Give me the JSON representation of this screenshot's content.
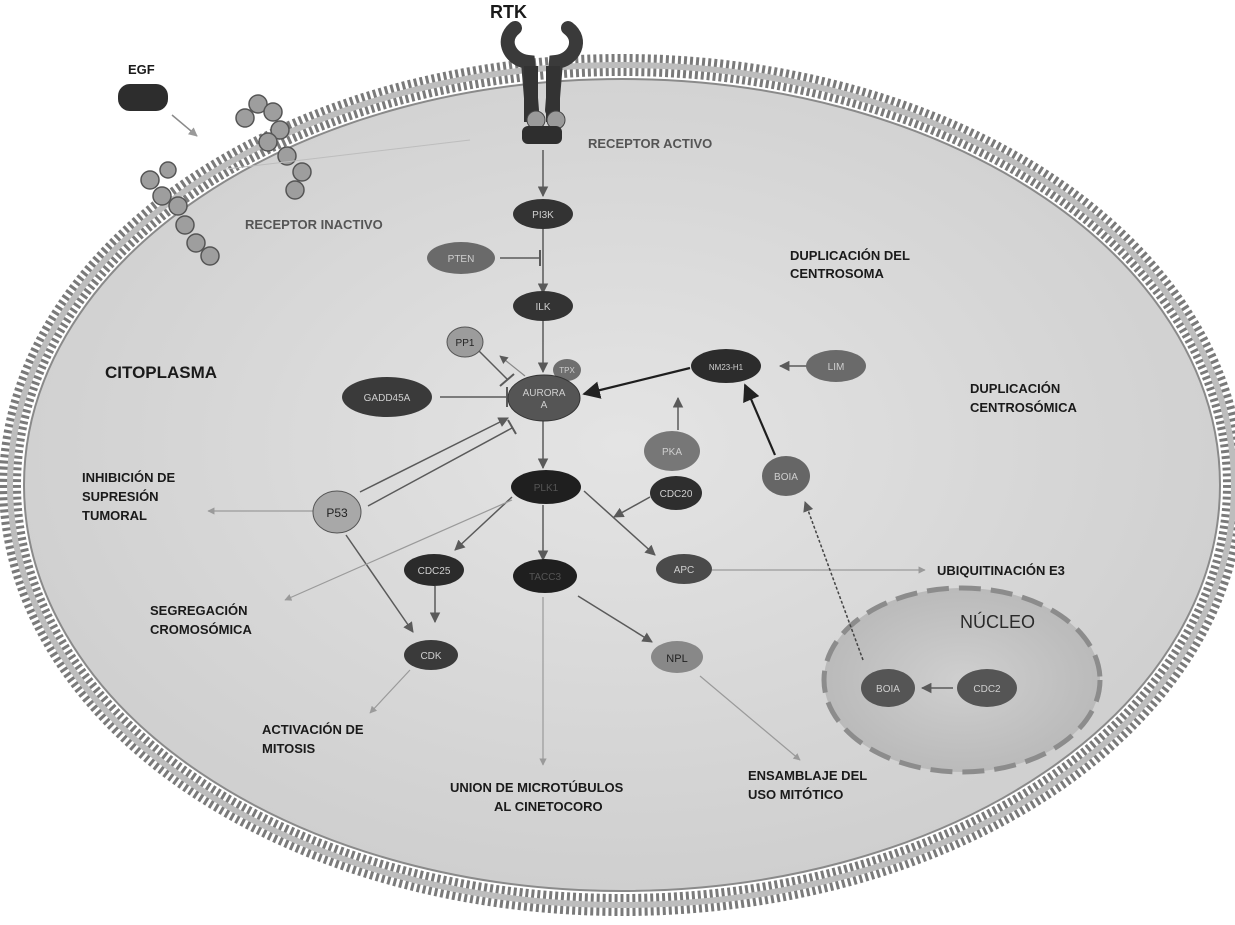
{
  "labels": {
    "rtk": "RTK",
    "egf": "EGF",
    "receptor_activo": "RECEPTOR ACTIVO",
    "receptor_inactivo": "RECEPTOR INACTIVO",
    "citoplasma": "CITOPLASMA",
    "duplicacion_centrosoma_1": "DUPLICACIÓN DEL",
    "duplicacion_centrosoma_2": "CENTROSOMA",
    "duplicacion_centrosomica_1": "DUPLICACIÓN",
    "duplicacion_centrosomica_2": "CENTROSÓMICA",
    "inhibicion_1": "INHIBICIÓN DE",
    "inhibicion_2": "SUPRESIÓN",
    "inhibicion_3": "TUMORAL",
    "segregacion_1": "SEGREGACIÓN",
    "segregacion_2": "CROMOSÓMICA",
    "activacion_1": "ACTIVACIÓN DE",
    "activacion_2": "MITOSIS",
    "union_1": "UNION DE MICROTÚBULOS",
    "union_2": "AL CINETOCORO",
    "ensamblaje_1": "ENSAMBLAJE DEL",
    "ensamblaje_2": "USO MITÓTICO",
    "ubiquitinacion": "UBIQUITINACIÓN E3",
    "nucleo": "NÚCLEO"
  },
  "nodes": {
    "pi3k": "PI3K",
    "pten": "PTEN",
    "ilk": "ILK",
    "pp1": "PP1",
    "tpx": "TPX",
    "aurora_1": "AURORA",
    "aurora_2": "A",
    "gadd45a": "GADD45A",
    "nm23": "NM23-H1",
    "lim": "LIM",
    "pka": "PKA",
    "boia_cyt": "BOIA",
    "p53": "P53",
    "plk1": "PLK1",
    "cdc20": "CDC20",
    "cdc25": "CDC25",
    "tacc3": "TACC3",
    "apc": "APC",
    "cdk": "CDK",
    "npl": "NPL",
    "boia_nuc": "BOIA",
    "cdc2": "CDC2"
  },
  "colors": {
    "membrane": "#8f8f8f",
    "cytoplasm": "#d9d9d9",
    "nucleus": "#c4c4c4",
    "dark_node": "#2e2e2e",
    "mid_node": "#6a6a6a",
    "light_node": "#a8a8a8"
  }
}
